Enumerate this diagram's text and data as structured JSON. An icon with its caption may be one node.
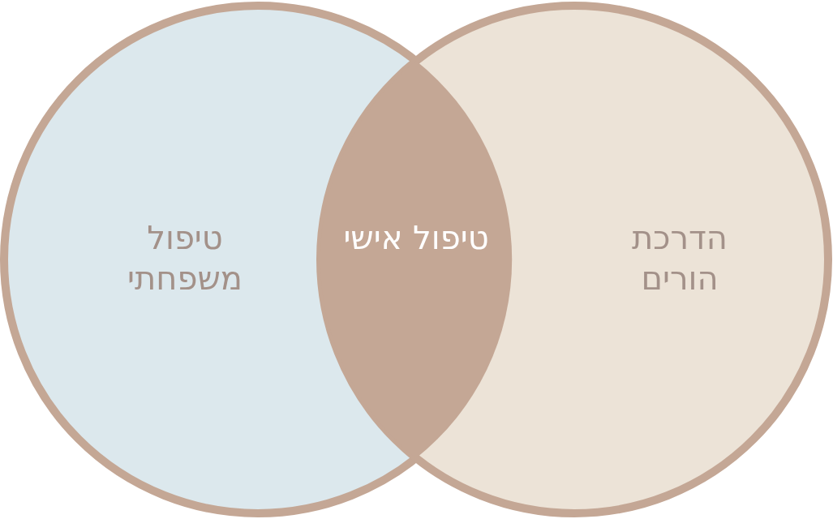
{
  "diagram": {
    "nodes": [
      {
        "text": [
          "טיפול משפחתי"
        ]
      },
      {
        "text": [
          "הדרכת הורים"
        ]
      },
      {
        "text": [
          "טיפול אישי"
        ]
      }
    ]
  }
}
